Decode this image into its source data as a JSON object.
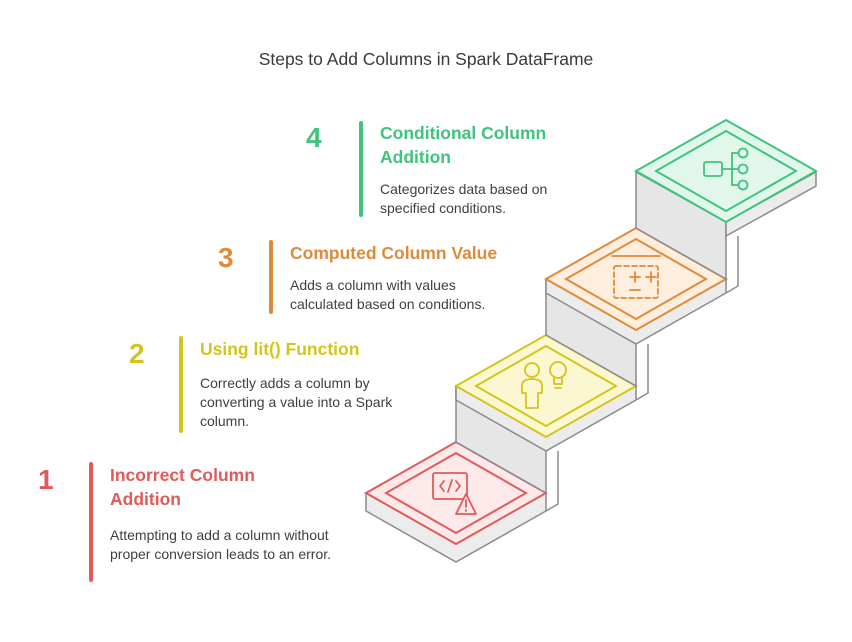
{
  "title": "Steps to Add Columns in Spark DataFrame",
  "steps": [
    {
      "number": "1",
      "heading": "Incorrect Column Addition",
      "description": "Attempting to add a column without proper conversion leads to an error.",
      "color": "#e05a5a",
      "icon": "code-warning-icon"
    },
    {
      "number": "2",
      "heading": "Using lit() Function",
      "description": "Correctly adds a column by converting a value into a Spark column.",
      "color": "#d4c51e",
      "icon": "person-lightbulb-icon"
    },
    {
      "number": "3",
      "heading": "Computed Column Value",
      "description": "Adds a column with values calculated based on conditions.",
      "color": "#e08a3a",
      "icon": "calculator-icon"
    },
    {
      "number": "4",
      "heading": "Conditional Column Addition",
      "description": "Categorizes data based on specified conditions.",
      "color": "#3ec47c",
      "icon": "flowchart-icon"
    }
  ]
}
